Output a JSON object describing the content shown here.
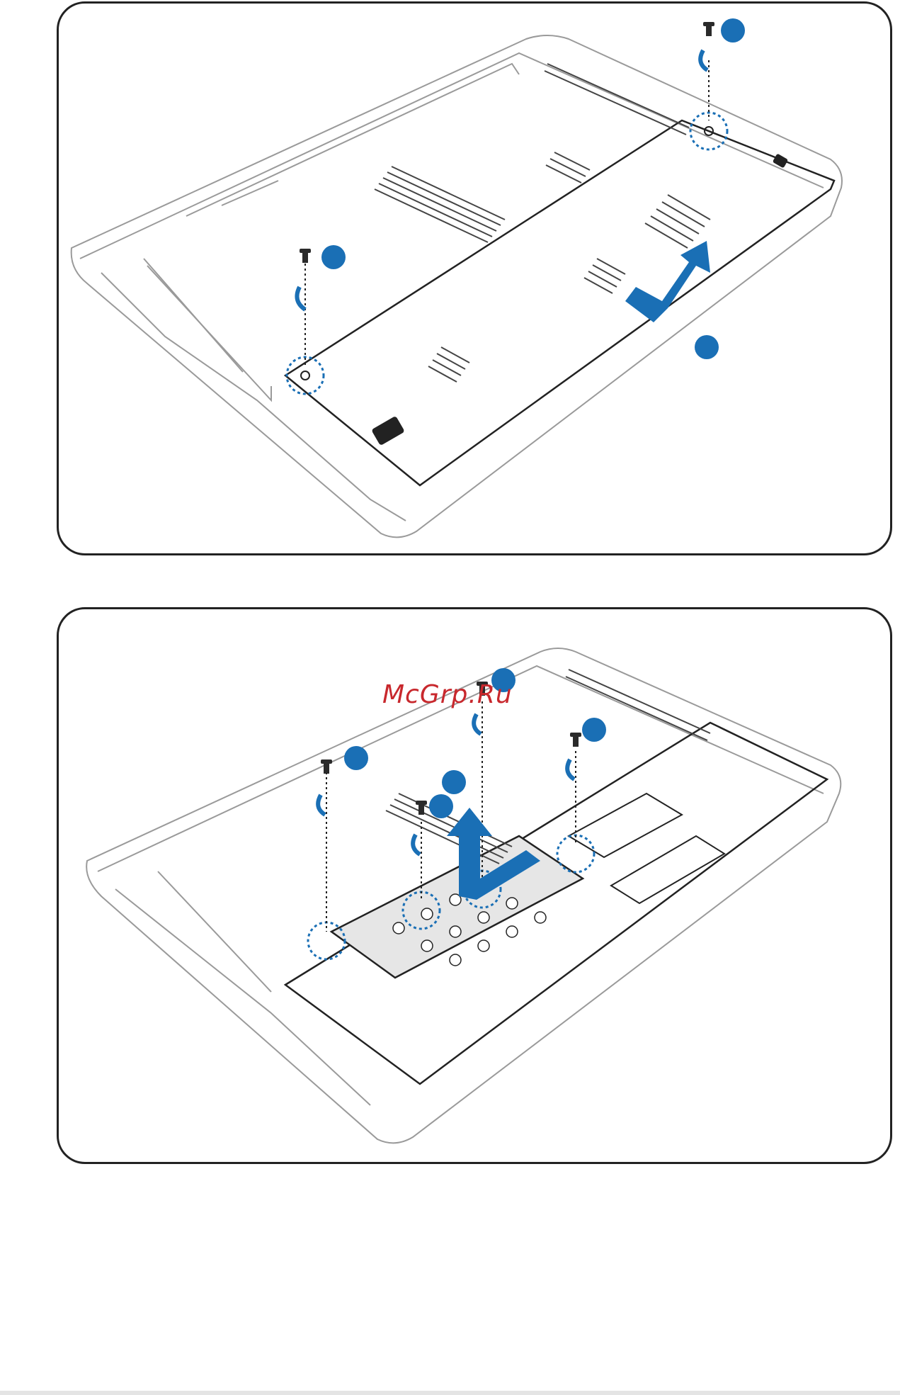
{
  "watermark": {
    "text": "McGrp.Ru"
  },
  "colors": {
    "outline": "#222222",
    "outline_light": "#9a9a9a",
    "step_marker": "#1a6fb5",
    "screw": "#2a2a2a"
  },
  "panels": [
    {
      "id": "panel-1",
      "name": "remove-bottom-cover",
      "markers": 3,
      "screws": 2
    },
    {
      "id": "panel-2",
      "name": "remove-hard-disk-drive",
      "markers": 5,
      "screws": 4
    }
  ]
}
